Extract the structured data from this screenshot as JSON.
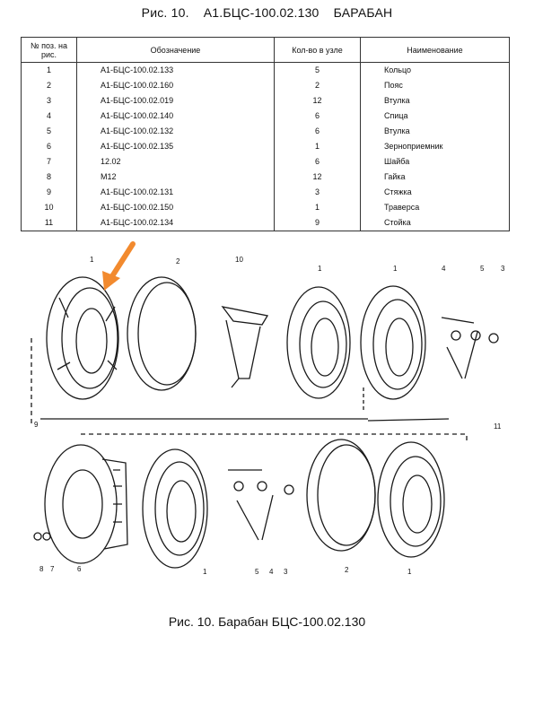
{
  "title": {
    "fig": "Рис. 10.",
    "code": "А1.БЦС-100.02.130",
    "name": "БАРАБАН"
  },
  "table": {
    "headers": [
      "№ поз. на рис.",
      "Обозначение",
      "Кол-во в узле",
      "Наименование"
    ],
    "rows": [
      [
        "1",
        "А1-БЦС-100.02.133",
        "5",
        "Кольцо"
      ],
      [
        "2",
        "А1-БЦС-100.02.160",
        "2",
        "Пояс"
      ],
      [
        "3",
        "А1-БЦС-100.02.019",
        "12",
        "Втулка"
      ],
      [
        "4",
        "А1-БЦС-100.02.140",
        "6",
        "Спица"
      ],
      [
        "5",
        "А1-БЦС-100.02.132",
        "6",
        "Втулка"
      ],
      [
        "6",
        "А1-БЦС-100.02.135",
        "1",
        "Зерноприемник"
      ],
      [
        "7",
        "12.02",
        "6",
        "Шайба"
      ],
      [
        "8",
        "М12",
        "12",
        "Гайка"
      ],
      [
        "9",
        "А1-БЦС-100.02.131",
        "3",
        "Стяжка"
      ],
      [
        "10",
        "А1-БЦС-100.02.150",
        "1",
        "Траверса"
      ],
      [
        "11",
        "А1-БЦС-100.02.134",
        "9",
        "Стойка"
      ]
    ]
  },
  "drawing": {
    "callouts": [
      "1",
      "2",
      "10",
      "1",
      "1",
      "4",
      "5",
      "3",
      "9",
      "11",
      "6",
      "7",
      "8",
      "1",
      "5",
      "4",
      "3",
      "2",
      "1"
    ],
    "arrow_color": "#f28a2e"
  },
  "caption": "Рис. 10. Барабан БЦС-100.02.130"
}
